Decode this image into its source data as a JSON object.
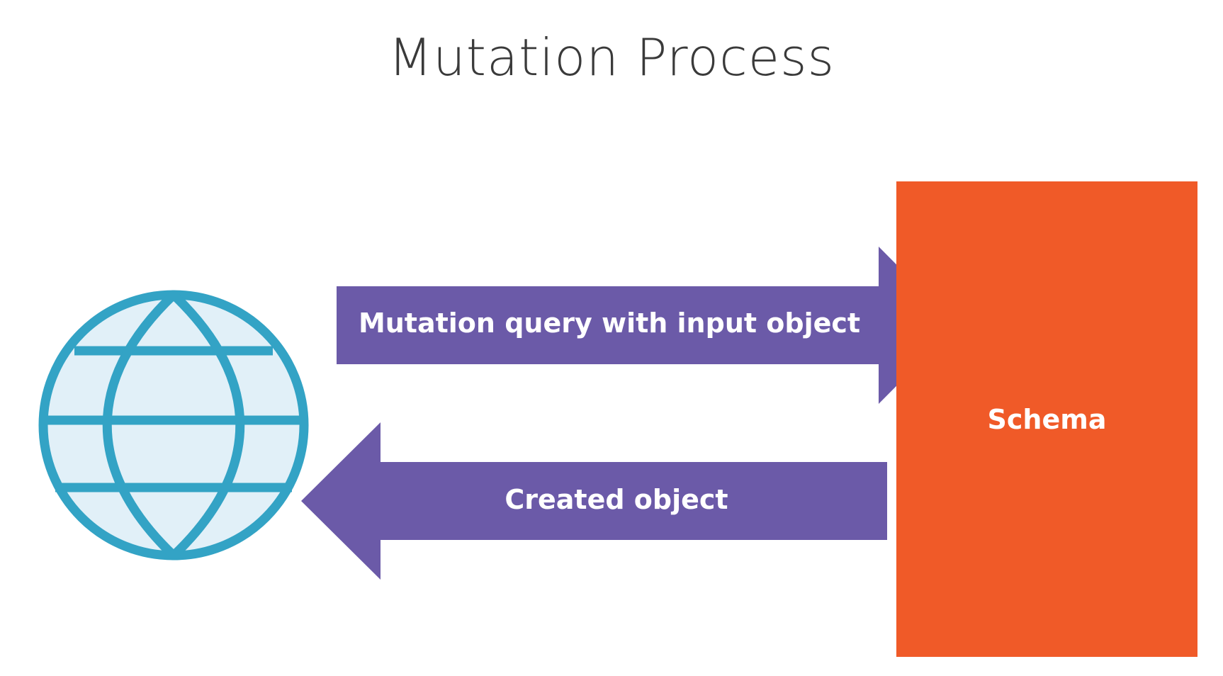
{
  "title": "Mutation Process",
  "nodes": {
    "client": {
      "icon": "globe-icon"
    },
    "schema": {
      "label": "Schema"
    }
  },
  "arrows": {
    "forward": {
      "label": "Mutation query with input object"
    },
    "back": {
      "label": "Created object"
    }
  },
  "colors": {
    "arrow": "#6b5aa8",
    "schema": "#f05a28",
    "globe_stroke": "#33a3c5",
    "globe_fill": "#e1f0f8",
    "title": "#3a3a3a"
  }
}
